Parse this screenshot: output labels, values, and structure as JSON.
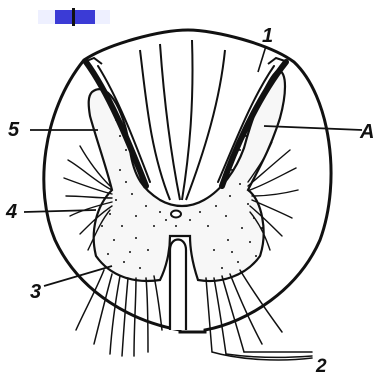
{
  "labels": {
    "one": "1",
    "two": "2",
    "three": "3",
    "four": "4",
    "five": "5",
    "a": "A"
  },
  "colors": {
    "ink": "#111111",
    "paper": "#ffffff",
    "bar_accent": "#3b3bd6"
  }
}
